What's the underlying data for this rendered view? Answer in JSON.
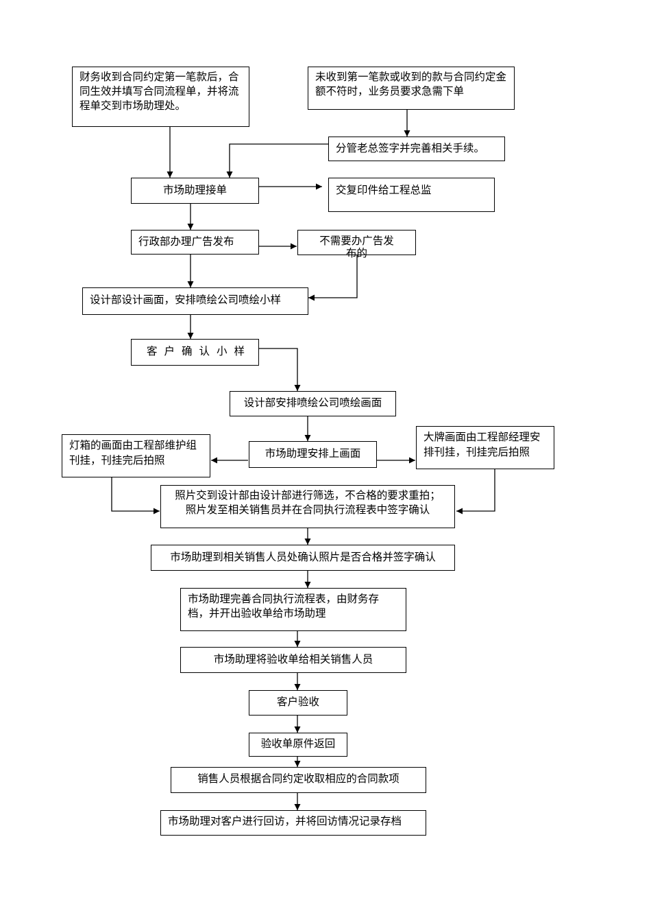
{
  "flowchart": {
    "nodes": {
      "finance_receive": "财务收到合同约定第一笔款后，合同生效并填写合同流程单，并将流程单交到市场助理处。",
      "not_received": "未收到第一笔款或收到的款与合同约定金额不符时，业务员要求急需下单",
      "manager_sign": "分管老总签字并完善相关手续。",
      "assistant_receive": "市场助理接单",
      "hand_seal": "交复印件给工程总监",
      "admin_ad": "行政部办理广告发布",
      "no_ad": "不需要办广告发布的",
      "design_draw": "设计部设计画面，安排喷绘公司喷绘小样",
      "client_confirm_sample": "客户确认小样",
      "design_print": "设计部安排喷绘公司喷绘画面",
      "lightbox": "灯箱的画面由工程部维护组刊挂，刊挂完后拍照",
      "assistant_mount": "市场助理安排上画面",
      "billboard": "大牌画面由工程部经理安排刊挂，刊挂完后拍照",
      "photo_review": "照片交到设计部由设计部进行筛选，不合格的要求重拍；照片发至相关销售员并在合同执行流程表中签字确认",
      "assistant_confirm_photo": "市场助理到相关销售人员处确认照片是否合格并签字确认",
      "assistant_complete": "市场助理完善合同执行流程表，由财务存档，并开出验收单给市场助理",
      "assistant_give_form": "市场助理将验收单给相关销售人员",
      "client_accept": "客户验收",
      "form_return": "验收单原件返回",
      "sales_collect": "销售人员根据合同约定收取相应的合同款项",
      "assistant_revisit": "市场助理对客户进行回访，并将回访情况记录存档"
    }
  }
}
